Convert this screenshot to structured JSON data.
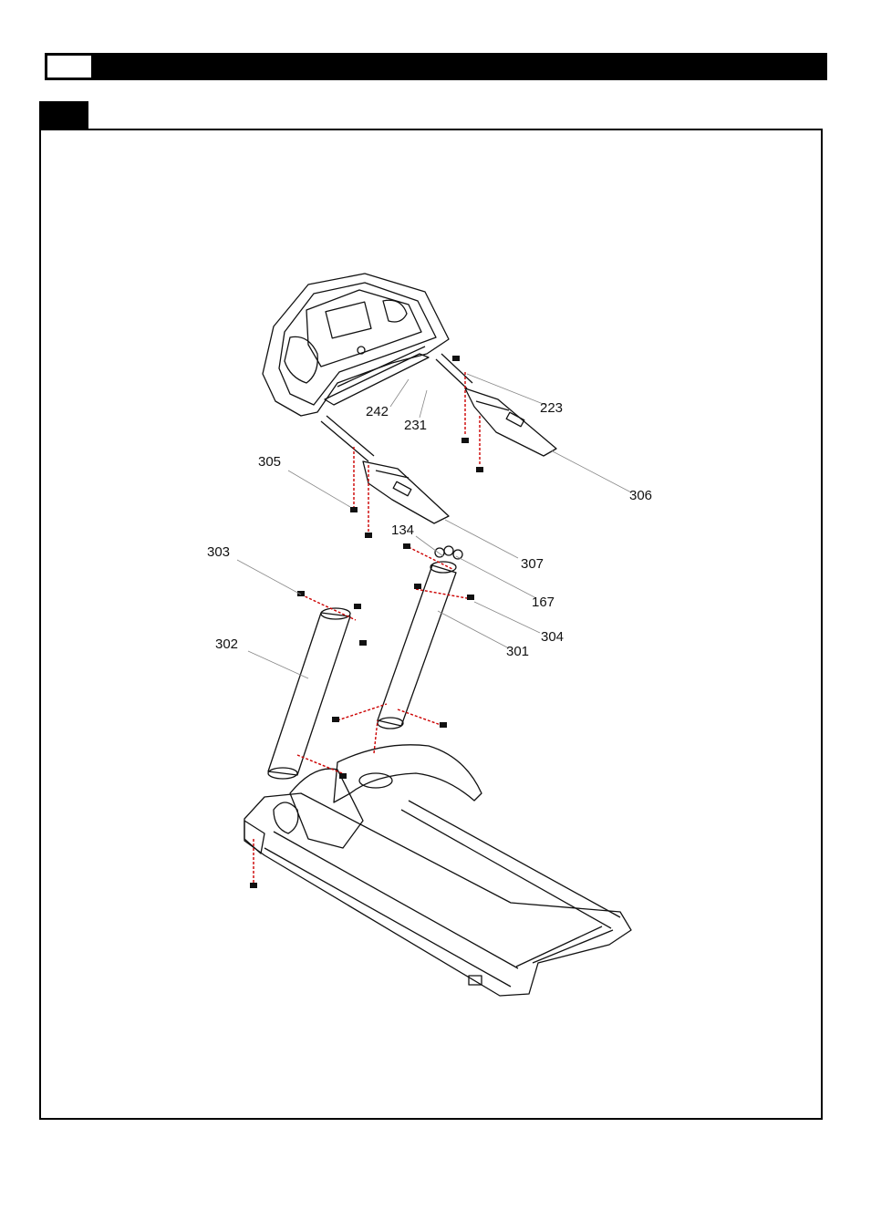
{
  "callouts": {
    "c223": "223",
    "c242": "242",
    "c231": "231",
    "c305": "305",
    "c306": "306",
    "c134": "134",
    "c307": "307",
    "c303": "303",
    "c167": "167",
    "c304": "304",
    "c302": "302",
    "c301": "301"
  },
  "colors": {
    "ink": "#000000",
    "fastener_path": "#cc0000"
  }
}
